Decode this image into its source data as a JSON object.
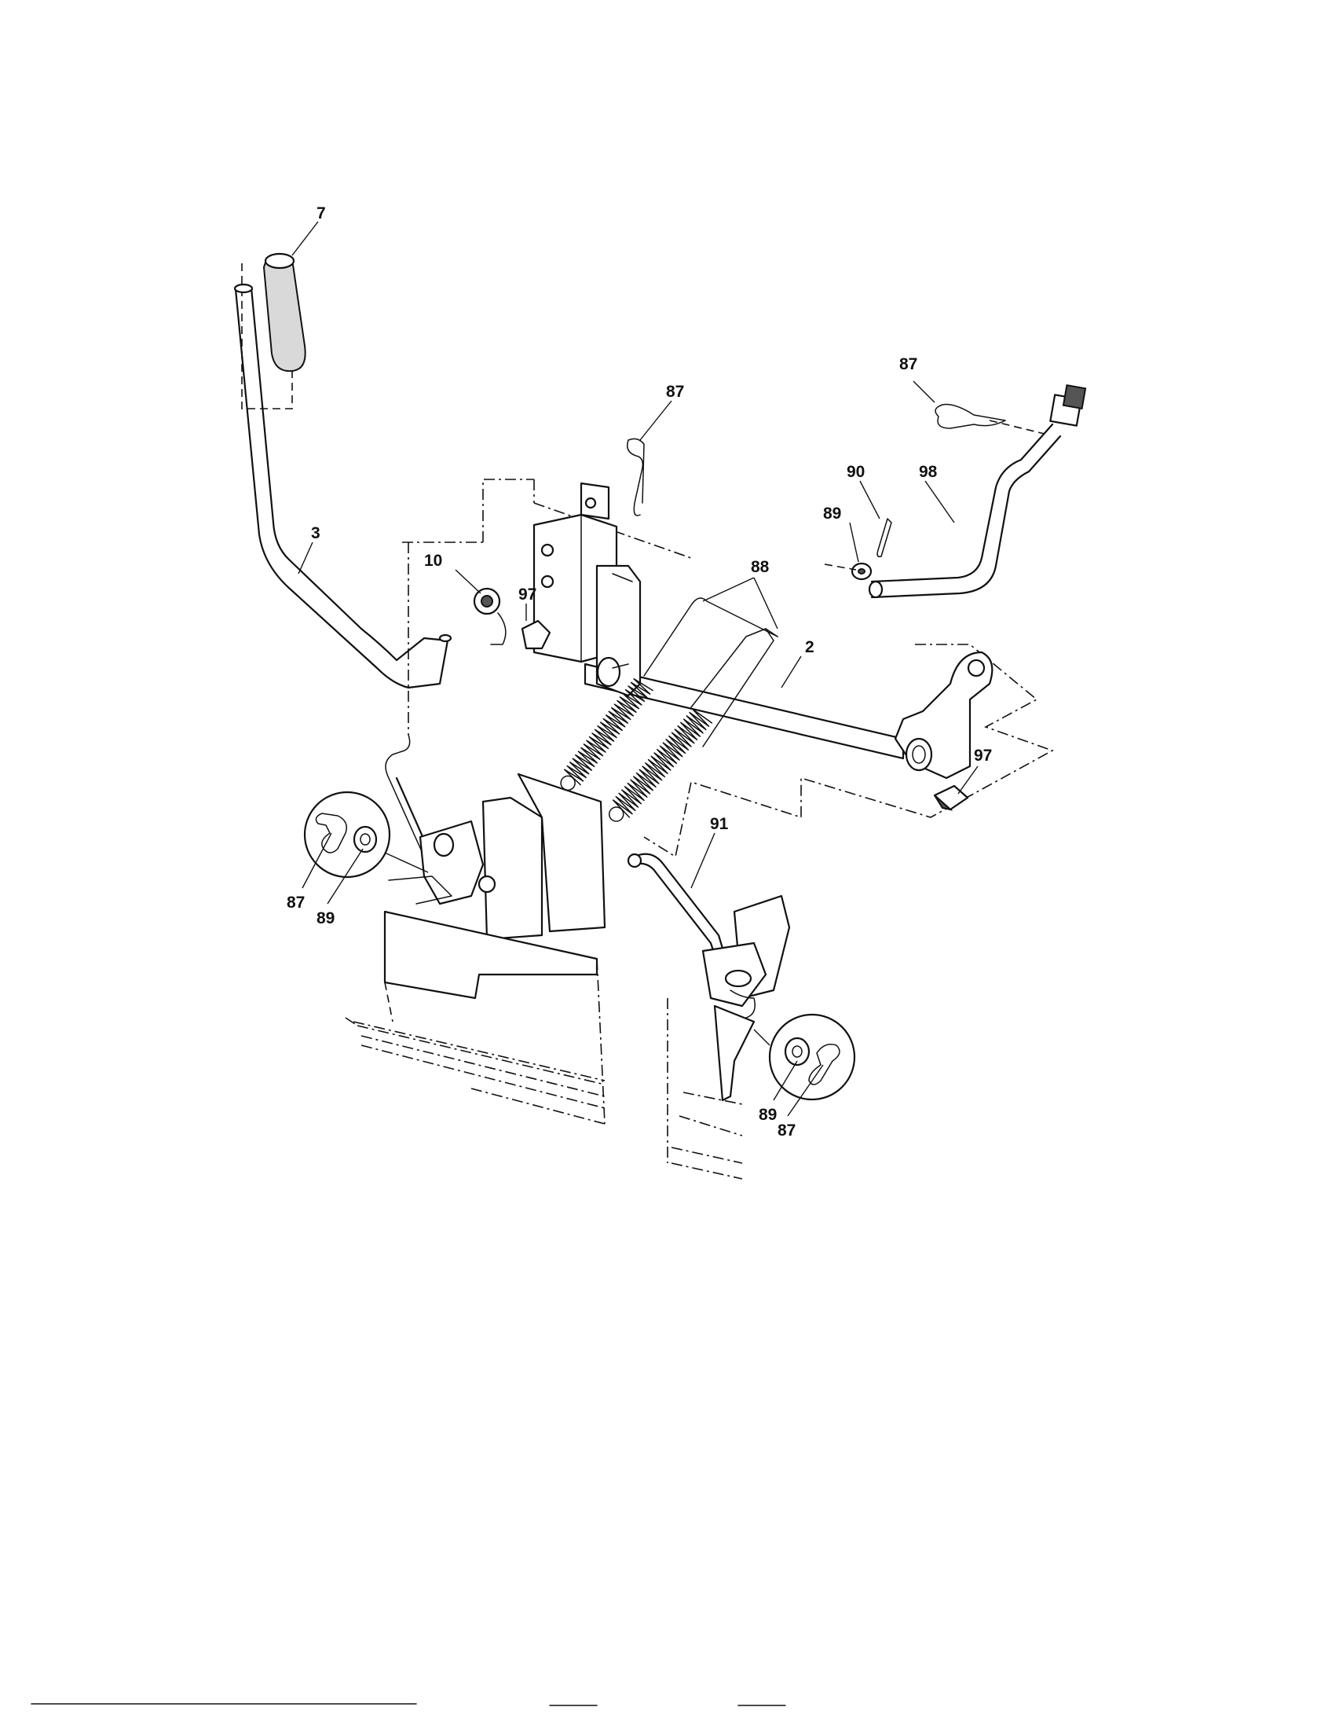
{
  "diagram": {
    "callouts": {
      "handle_grip": "7",
      "lift_lever": "3",
      "knob": "10",
      "bolt_left": "97",
      "clip_top": "87",
      "clip_right_top": "87",
      "pin": "90",
      "washer_right": "89",
      "adjust_rod": "98",
      "springs": "88",
      "lift_shaft": "2",
      "bolt_right": "97",
      "link_rod": "91",
      "inset_left_clip": "87",
      "inset_left_washer": "89",
      "inset_right_washer": "89",
      "inset_right_clip": "87"
    }
  }
}
